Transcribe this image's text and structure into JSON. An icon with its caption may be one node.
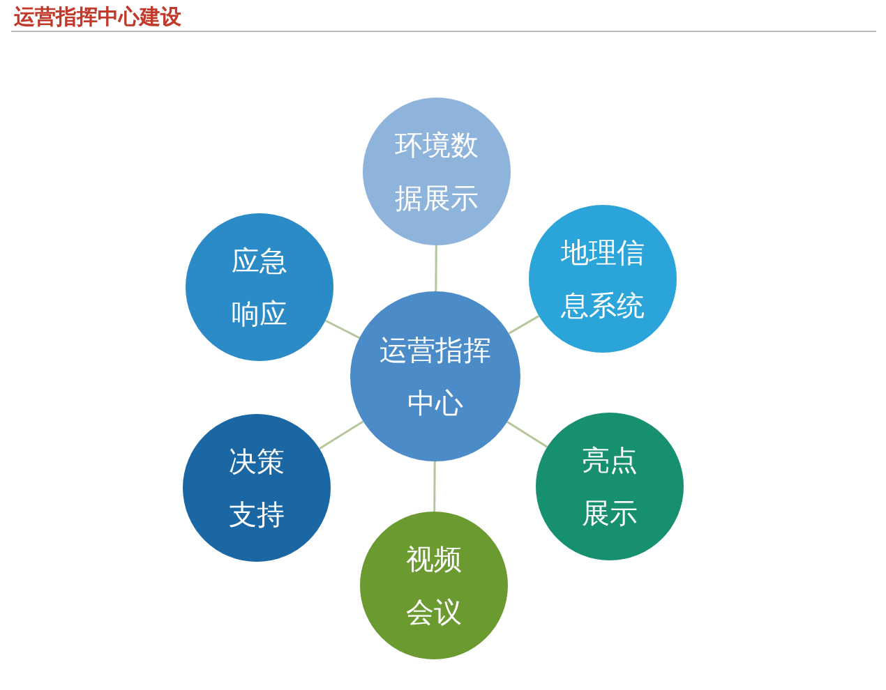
{
  "diagram": {
    "title": "运营指挥中心建设",
    "nodes": [
      {
        "text": [
          "环境数据展示"
        ]
      },
      {
        "text": [
          "应急响应"
        ]
      },
      {
        "text": [
          "地理信息系统"
        ]
      },
      {
        "text": [
          "运营指挥中心"
        ]
      },
      {
        "text": [
          "决策支持"
        ]
      },
      {
        "text": [
          "亮点展示"
        ]
      },
      {
        "text": [
          "视频会议"
        ]
      }
    ],
    "edges": [
      {
        "from": 3,
        "to": 0,
        "arrow": "none"
      },
      {
        "from": 3,
        "to": 1,
        "arrow": "none"
      },
      {
        "from": 3,
        "to": 2,
        "arrow": "none"
      },
      {
        "from": 3,
        "to": 4,
        "arrow": "none"
      },
      {
        "from": 3,
        "to": 5,
        "arrow": "none"
      },
      {
        "from": 3,
        "to": 6,
        "arrow": "none"
      }
    ]
  }
}
